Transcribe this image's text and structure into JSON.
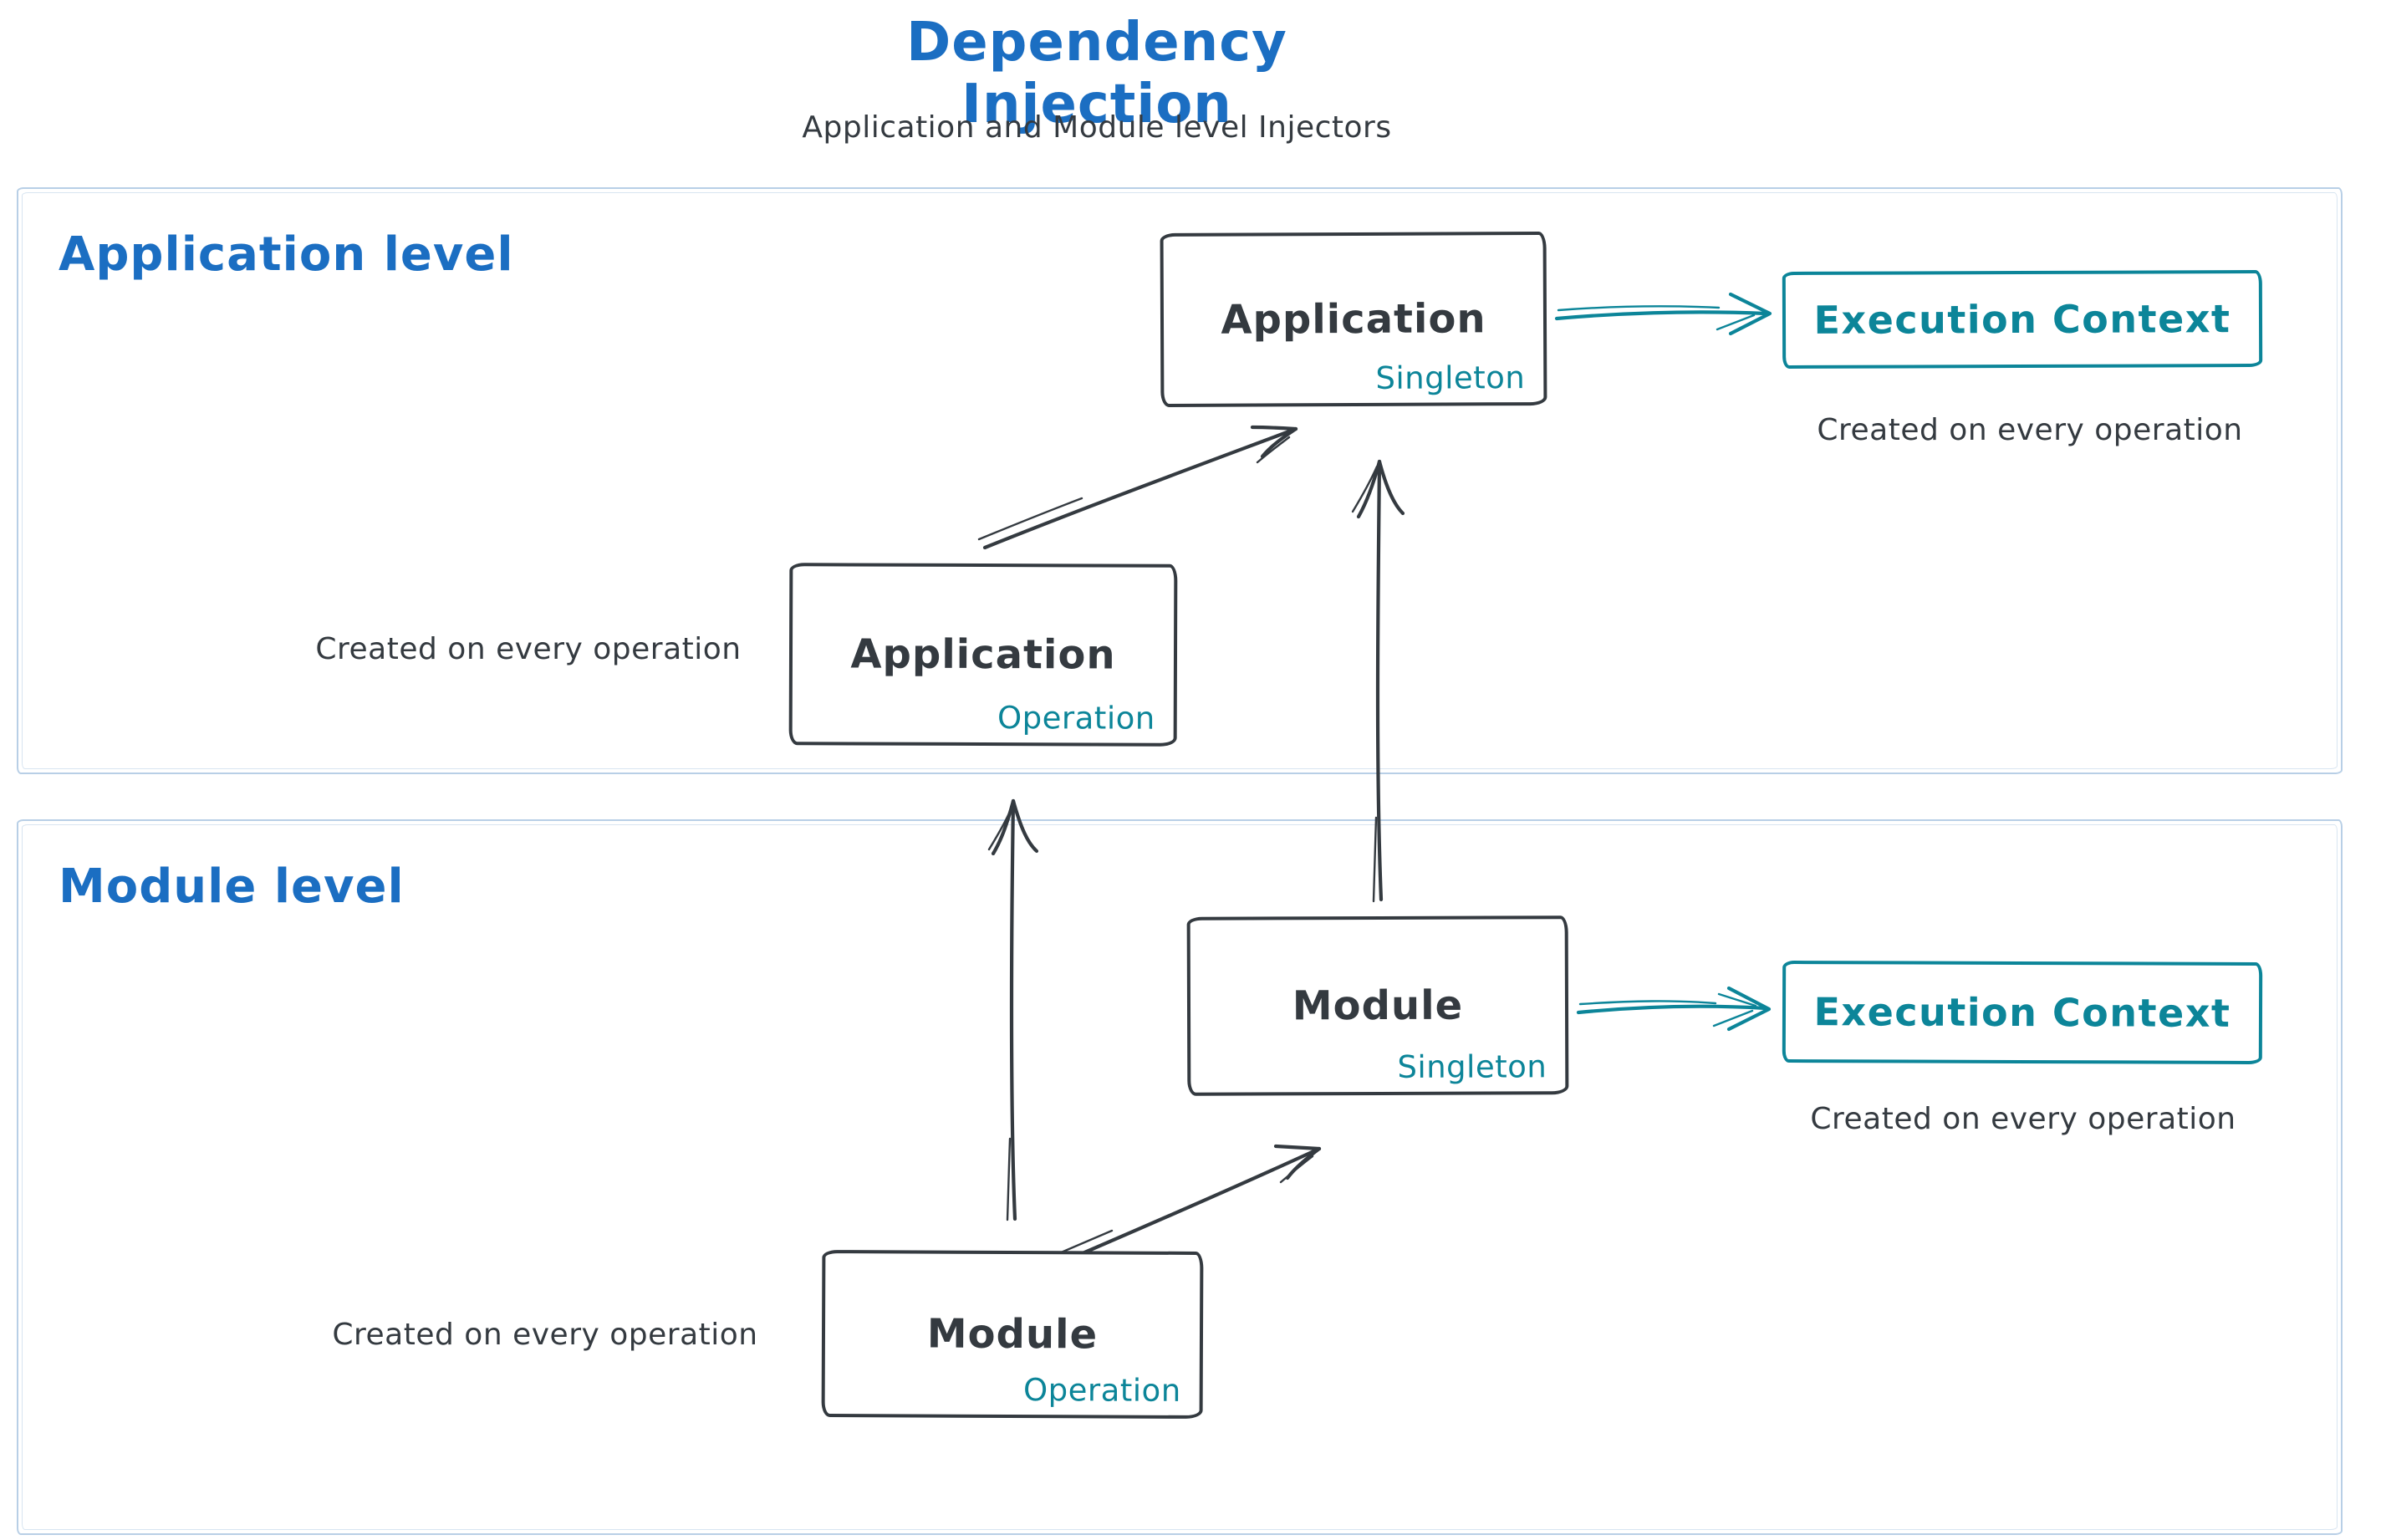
{
  "title": {
    "text": "Dependency Injection",
    "subtitle": "Application and Module level Injectors"
  },
  "colors": {
    "accent_blue": "#1b6ec2",
    "ink_dark": "#343a40",
    "accent_teal": "#0c8599",
    "frame_blue": "#b8cfe6",
    "canvas_background": "#ffffff"
  },
  "levels": [
    {
      "label": "Application level"
    },
    {
      "label": "Module level"
    }
  ],
  "nodes": {
    "app_singleton": {
      "label": "Application",
      "scope": "Singleton"
    },
    "app_operation": {
      "label": "Application",
      "scope": "Operation"
    },
    "module_singleton": {
      "label": "Module",
      "scope": "Singleton"
    },
    "module_operation": {
      "label": "Module",
      "scope": "Operation"
    },
    "execution_context_app": {
      "label": "Execution Context"
    },
    "execution_context_module": {
      "label": "Execution Context"
    }
  },
  "captions": {
    "execution_context_app": "Created on every operation",
    "app_operation": "Created on every operation",
    "execution_context_module": "Created on every operation",
    "module_operation": "Created on every operation"
  }
}
